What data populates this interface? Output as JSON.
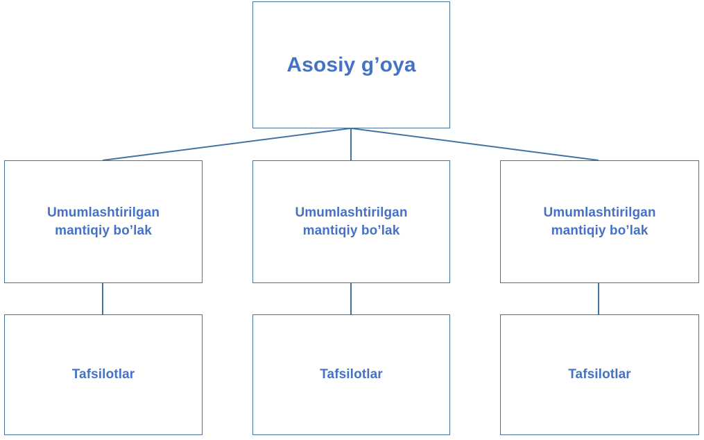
{
  "diagram": {
    "type": "hierarchy-tree",
    "title_node": {
      "id": "root",
      "label": "Asosiy g’oya"
    },
    "branch_nodes": [
      {
        "id": "branch-1",
        "label": "Umumlashtirilgan\nmantiqiy bo’lak"
      },
      {
        "id": "branch-2",
        "label": "Umumlashtirilgan\nmantiqiy bo’lak"
      },
      {
        "id": "branch-3",
        "label": "Umumlashtirilgan\nmantiqiy bo’lak"
      }
    ],
    "detail_nodes": [
      {
        "id": "detail-1",
        "label": "Tafsilotlar"
      },
      {
        "id": "detail-2",
        "label": "Tafsilotlar"
      },
      {
        "id": "detail-3",
        "label": "Tafsilotlar"
      }
    ],
    "colors": {
      "text": "#4472c4",
      "border": "#44719e",
      "connector": "#44719e",
      "background": "#ffffff"
    },
    "connectors": [
      {
        "from": "root",
        "to": "branch-1",
        "kind": "diagonal"
      },
      {
        "from": "root",
        "to": "branch-2",
        "kind": "vertical"
      },
      {
        "from": "root",
        "to": "branch-3",
        "kind": "diagonal"
      },
      {
        "from": "branch-1",
        "to": "detail-1",
        "kind": "vertical"
      },
      {
        "from": "branch-2",
        "to": "detail-2",
        "kind": "vertical"
      },
      {
        "from": "branch-3",
        "to": "detail-3",
        "kind": "vertical"
      }
    ]
  }
}
